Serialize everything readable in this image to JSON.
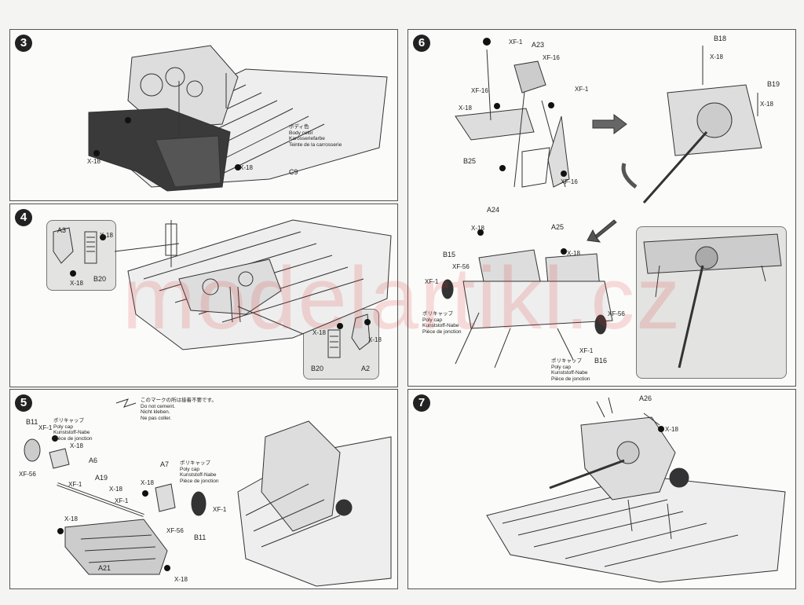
{
  "panels": [
    {
      "step": "3",
      "labels": {
        "part_c9": "C9",
        "x18_a": "X-18",
        "x18_b": "X-18"
      },
      "note": {
        "jp": "ボディ色",
        "en": "Body color",
        "de": "Karosseriefarbe",
        "fr": "Teinte de la carrosserie"
      }
    },
    {
      "step": "4",
      "labels": {
        "a3": "A3",
        "x18_a": "X-18",
        "x18_b": "X-18",
        "b20_a": "B20",
        "x18_c": "X-18",
        "x18_d": "X-18",
        "b20_b": "B20",
        "a2": "A2"
      }
    },
    {
      "step": "5",
      "labels": {
        "b11_a": "B11",
        "xf1_a": "XF-1",
        "x18_a": "X-18",
        "a6": "A6",
        "xf56_a": "XF-56",
        "xf1_b": "XF-1",
        "a19": "A19",
        "x18_b": "X-18",
        "xf1_c": "XF-1",
        "x18_c": "X-18",
        "x18_d": "X-18",
        "a7": "A7",
        "xf1_d": "XF-1",
        "xf56_b": "XF-56",
        "b11_b": "B11",
        "a21": "A21",
        "x18_e": "X-18"
      },
      "polycap_a": {
        "jp": "ポリキャップ",
        "en": "Poly cap",
        "de": "Kunststoff-Nabe",
        "fr": "Pièce de jonction"
      },
      "polycap_b": {
        "jp": "ポリキャップ",
        "en": "Poly cap",
        "de": "Kunststoff-Nabe",
        "fr": "Pièce de jonction"
      },
      "cement": {
        "jp": "このマークの所は接着不要です。",
        "en": "Do not cement.",
        "de": "Nicht kleben.",
        "fr": "Ne pas coller."
      }
    },
    {
      "step": "6",
      "labels": {
        "xf1_a": "XF-1",
        "a23": "A23",
        "xf16_a": "XF-16",
        "xf1_b": "XF-1",
        "xf16_b": "XF-16",
        "x18_a": "X-18",
        "b25": "B25",
        "xf16_c": "XF-16",
        "b18": "B18",
        "x18_b": "X-18",
        "b19": "B19",
        "x18_c": "X-18",
        "a24": "A24",
        "x18_d": "X-18",
        "a25": "A25",
        "x18_e": "X-18",
        "b15": "B15",
        "xf56_a": "XF-56",
        "xf1_c": "XF-1",
        "xf56_b": "XF-56",
        "xf1_d": "XF-1",
        "b16": "B16"
      },
      "polycap_a": {
        "jp": "ポリキャップ",
        "en": "Poly cap",
        "de": "Kunststoff-Nabe",
        "fr": "Pièce de jonction"
      },
      "polycap_b": {
        "jp": "ポリキャップ",
        "en": "Poly cap",
        "de": "Kunststoff-Nabe",
        "fr": "Pièce de jonction"
      }
    },
    {
      "step": "7",
      "labels": {
        "a26": "A26",
        "x18": "X-18"
      }
    }
  ],
  "watermark": "modelartikl.cz",
  "colors": {
    "watermark": "#dd3333",
    "ink": "#222222",
    "panel_border": "#555555",
    "inset": "#e3e3e1"
  }
}
